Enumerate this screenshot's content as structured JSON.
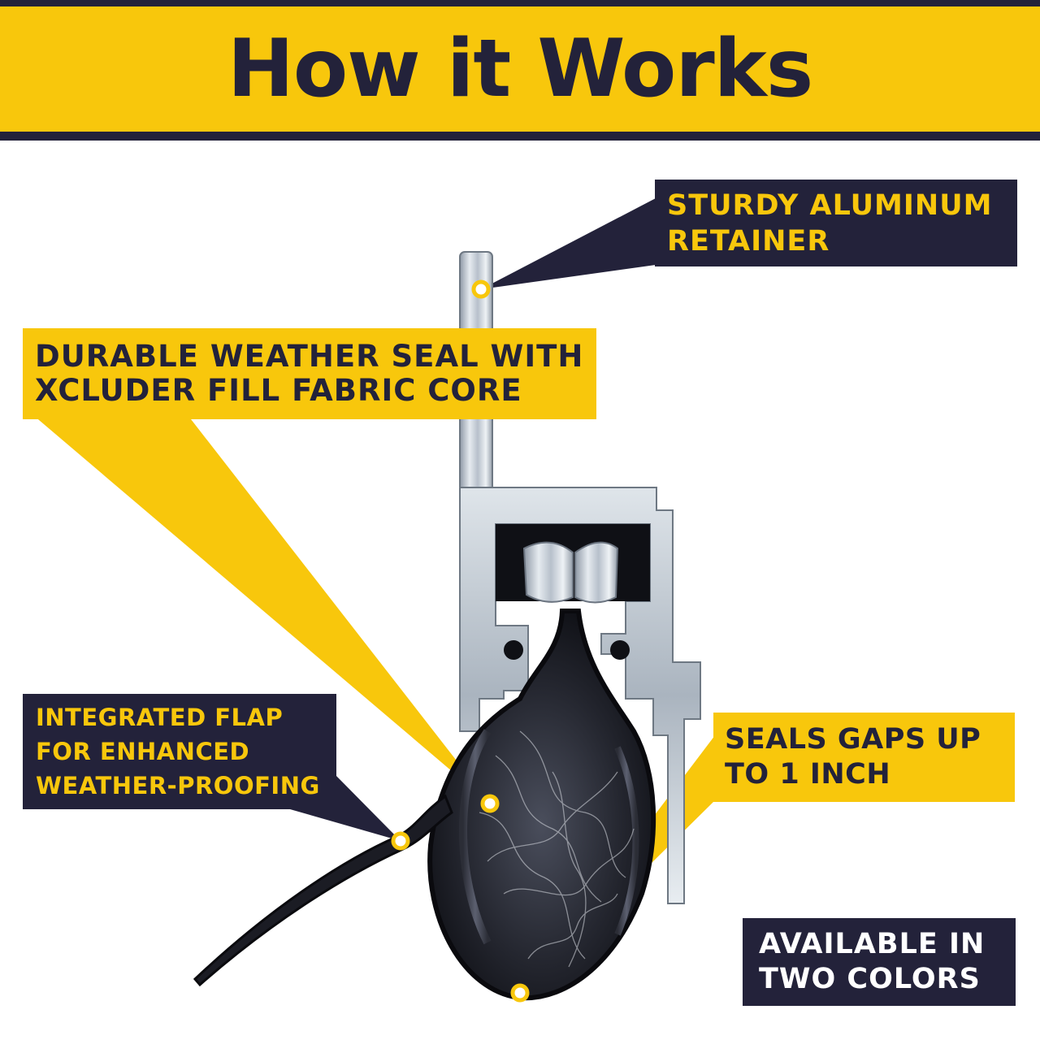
{
  "header": {
    "title": "How it Works"
  },
  "callouts": {
    "aluminum": {
      "line1": "STURDY ALUMINUM",
      "line2": "RETAINER"
    },
    "durable": {
      "line1": "DURABLE WEATHER SEAL WITH",
      "line2": "XCLUDER FILL FABRIC CORE"
    },
    "flap": {
      "line1": "INTEGRATED FLAP",
      "line2": "FOR ENHANCED",
      "line3": "WEATHER-PROOFING"
    },
    "gaps": {
      "line1": "SEALS GAPS UP",
      "line2": "TO 1 INCH"
    },
    "colors": {
      "line1": "AVAILABLE IN",
      "line2": "TWO COLORS"
    }
  },
  "colors": {
    "brand_yellow": "#f8c70c",
    "navy": "#23223a",
    "white": "#ffffff"
  },
  "icons": [
    "aluminum-retainer-profile",
    "weather-seal-bulb",
    "integrated-flap",
    "callout-marker-dot"
  ]
}
